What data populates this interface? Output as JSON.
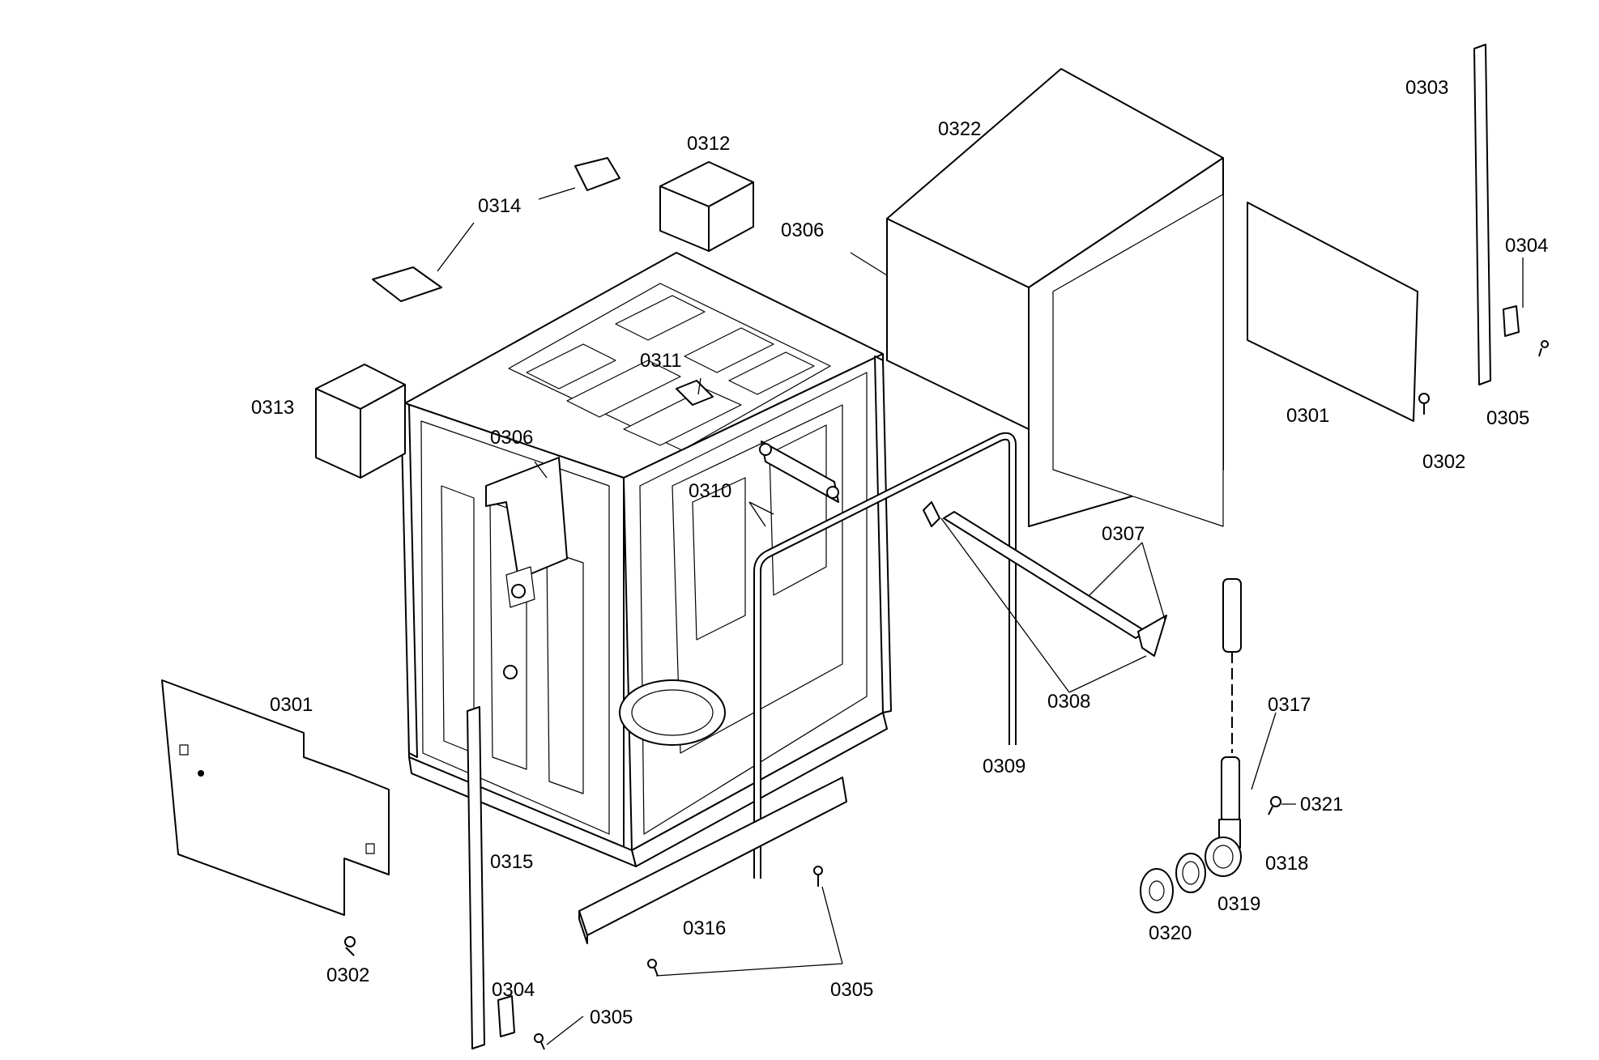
{
  "callouts": [
    {
      "id": "c-0303",
      "text": "0303"
    },
    {
      "id": "c-0322",
      "text": "0322"
    },
    {
      "id": "c-0312",
      "text": "0312"
    },
    {
      "id": "c-0314",
      "text": "0314"
    },
    {
      "id": "c-0306-top",
      "text": "0306"
    },
    {
      "id": "c-0304-right",
      "text": "0304"
    },
    {
      "id": "c-0311",
      "text": "0311"
    },
    {
      "id": "c-0313",
      "text": "0313"
    },
    {
      "id": "c-0306-mid",
      "text": "0306"
    },
    {
      "id": "c-0301-right",
      "text": "0301"
    },
    {
      "id": "c-0305-right",
      "text": "0305"
    },
    {
      "id": "c-0302-right",
      "text": "0302"
    },
    {
      "id": "c-0310",
      "text": "0310"
    },
    {
      "id": "c-0307",
      "text": "0307"
    },
    {
      "id": "c-0301-left",
      "text": "0301"
    },
    {
      "id": "c-0308",
      "text": "0308"
    },
    {
      "id": "c-0317",
      "text": "0317"
    },
    {
      "id": "c-0309",
      "text": "0309"
    },
    {
      "id": "c-0321",
      "text": "0321"
    },
    {
      "id": "c-0315",
      "text": "0315"
    },
    {
      "id": "c-0318",
      "text": "0318"
    },
    {
      "id": "c-0319",
      "text": "0319"
    },
    {
      "id": "c-0316",
      "text": "0316"
    },
    {
      "id": "c-0320",
      "text": "0320"
    },
    {
      "id": "c-0302-left",
      "text": "0302"
    },
    {
      "id": "c-0305-bottom",
      "text": "0305"
    },
    {
      "id": "c-0304-bottom",
      "text": "0304"
    },
    {
      "id": "c-0305-left",
      "text": "0305"
    }
  ]
}
